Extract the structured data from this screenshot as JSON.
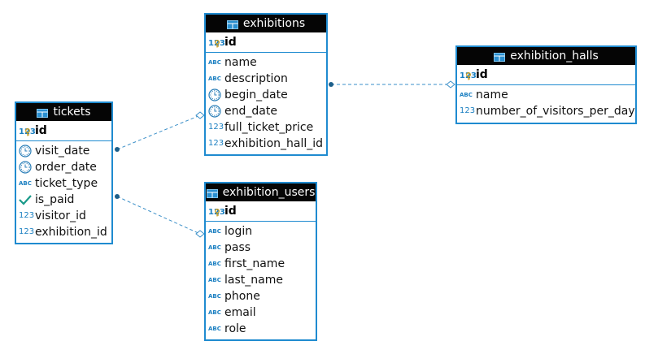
{
  "entities": {
    "tickets": {
      "name": "tickets",
      "pk": {
        "name": "id",
        "type": "123"
      },
      "columns": [
        {
          "name": "visit_date",
          "type": "date"
        },
        {
          "name": "order_date",
          "type": "date"
        },
        {
          "name": "ticket_type",
          "type": "ABC"
        },
        {
          "name": "is_paid",
          "type": "bool"
        },
        {
          "name": "visitor_id",
          "type": "123"
        },
        {
          "name": "exhibition_id",
          "type": "123"
        }
      ]
    },
    "exhibitions": {
      "name": "exhibitions",
      "pk": {
        "name": "id",
        "type": "123"
      },
      "columns": [
        {
          "name": "name",
          "type": "ABC"
        },
        {
          "name": "description",
          "type": "ABC"
        },
        {
          "name": "begin_date",
          "type": "date"
        },
        {
          "name": "end_date",
          "type": "date"
        },
        {
          "name": "full_ticket_price",
          "type": "123"
        },
        {
          "name": "exhibition_hall_id",
          "type": "123"
        }
      ]
    },
    "exhibition_halls": {
      "name": "exhibition_halls",
      "pk": {
        "name": "id",
        "type": "123"
      },
      "columns": [
        {
          "name": "name",
          "type": "ABC"
        },
        {
          "name": "number_of_visitors_per_day",
          "type": "123"
        }
      ]
    },
    "exhibition_users": {
      "name": "exhibition_users",
      "pk": {
        "name": "id",
        "type": "123"
      },
      "columns": [
        {
          "name": "login",
          "type": "ABC"
        },
        {
          "name": "pass",
          "type": "ABC"
        },
        {
          "name": "first_name",
          "type": "ABC"
        },
        {
          "name": "last_name",
          "type": "ABC"
        },
        {
          "name": "phone",
          "type": "ABC"
        },
        {
          "name": "email",
          "type": "ABC"
        },
        {
          "name": "role",
          "type": "ABC"
        }
      ]
    }
  },
  "relationships": [
    {
      "from": "tickets.exhibition_id",
      "to": "exhibitions.id"
    },
    {
      "from": "tickets.visitor_id",
      "to": "exhibition_users.id"
    },
    {
      "from": "exhibitions.exhibition_hall_id",
      "to": "exhibition_halls.id"
    }
  ],
  "colors": {
    "border": "#1f8bd0",
    "header_bg": "#050505",
    "header_text": "#ffffff",
    "type_icon": "#1a7fc1",
    "bool_check": "#1a9a8a",
    "connector": "#3a8fc8"
  }
}
